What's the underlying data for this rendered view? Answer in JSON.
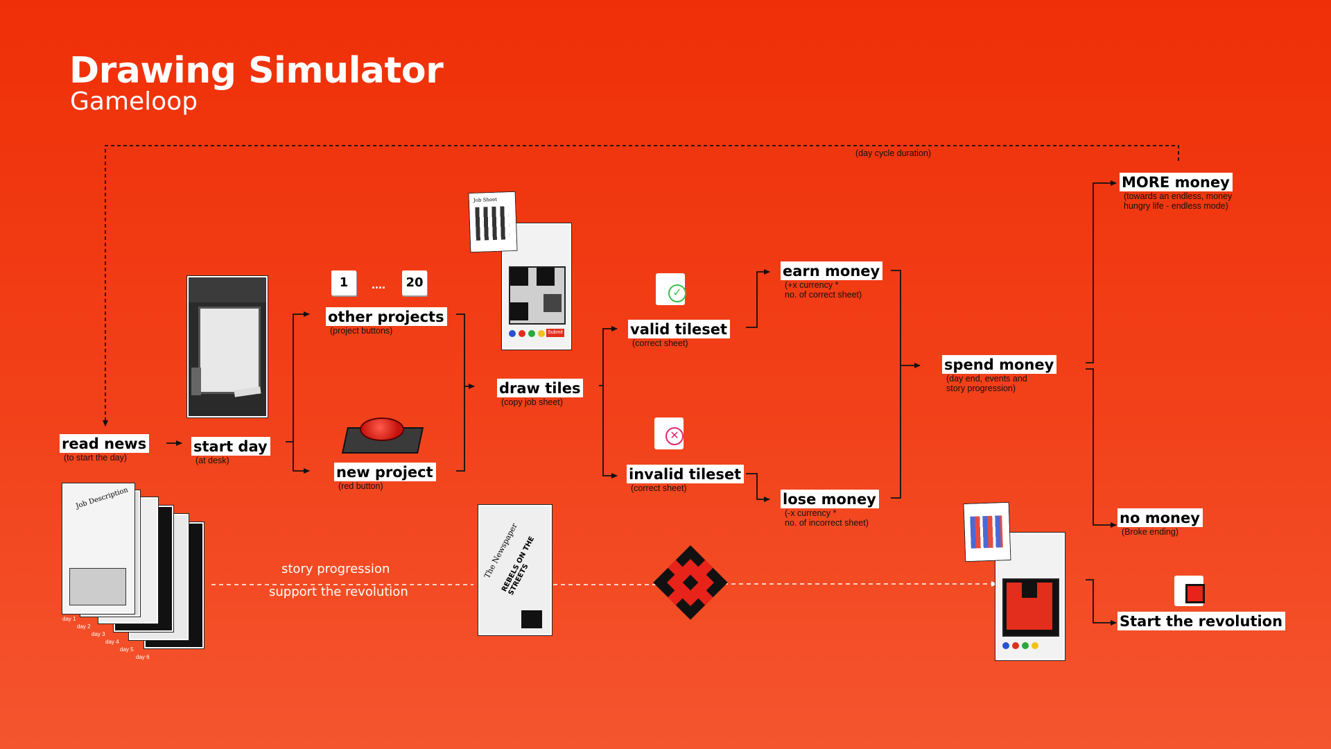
{
  "header": {
    "title": "Drawing Simulator",
    "subtitle": "Gameloop"
  },
  "loop": {
    "label": "(day cycle duration)"
  },
  "nodes": {
    "read_news": {
      "label": "read news",
      "sub": "(to start the day)"
    },
    "start_day": {
      "label": "start day",
      "sub": "(at desk)"
    },
    "other_projects": {
      "label": "other projects",
      "sub": "(project buttons)",
      "first": "1",
      "dots": "....",
      "last": "20"
    },
    "new_project": {
      "label": "new project",
      "sub": "(red button)"
    },
    "draw_tiles": {
      "label": "draw tiles",
      "sub": "(copy job sheet)"
    },
    "valid_tileset": {
      "label": "valid tileset",
      "sub": "(correct sheet)"
    },
    "invalid_tileset": {
      "label": "invalid tileset",
      "sub": "(correct sheet)"
    },
    "earn_money": {
      "label": "earn money",
      "sub": "(+x currency *\nno. of correct sheet)"
    },
    "lose_money": {
      "label": "lose money",
      "sub": "(-x currency *\nno. of incorrect sheet)"
    },
    "spend_money": {
      "label": "spend money",
      "sub": "(day end, events and\nstory progression)"
    },
    "more_money": {
      "label": "MORE money",
      "sub": "(towards an endless, money\nhungry life - endless mode)"
    },
    "no_money": {
      "label": "no money",
      "sub": "(Broke ending)"
    },
    "revolution": {
      "label": "Start the revolution"
    }
  },
  "story": {
    "line1": "story progression",
    "line2": "support the revolution"
  },
  "days": [
    "day 1",
    "day 2",
    "day 3",
    "day 4",
    "day 5",
    "day 6"
  ],
  "images": {
    "job_sheet_label": "Job Sheet",
    "submit_label": "Submit",
    "newspaper_title": "The Newspaper",
    "newspaper_headline": "REBELS ON THE STREETS",
    "job_description": "Job Description"
  },
  "colors": {
    "background_top": "#ef2f07",
    "background_bottom": "#f4552e",
    "accent_red": "#e8231a",
    "label_bg": "#ffffff"
  }
}
